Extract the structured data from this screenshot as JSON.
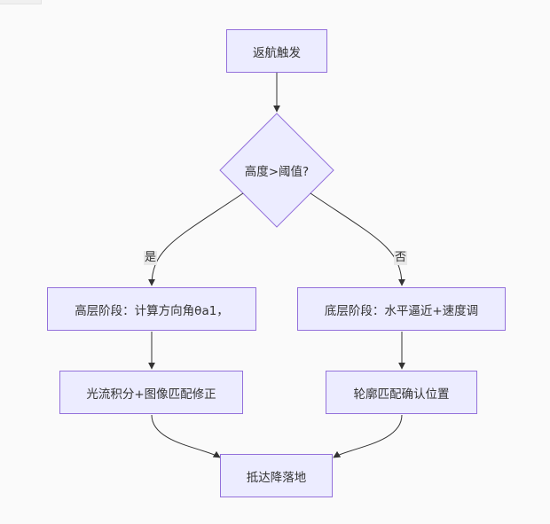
{
  "nodes": {
    "start": "返航触发",
    "decision": "高度>阈值?",
    "high_phase": "高层阶段：计算方向角θa1，",
    "low_phase": "底层阶段：水平逼近+速度调",
    "optical_flow": "光流积分+图像匹配修正",
    "contour_match": "轮廓匹配确认位置",
    "landing": "抵达降落地"
  },
  "edges": {
    "yes_label": "是",
    "no_label": "否"
  },
  "colors": {
    "node_fill": "#ececff",
    "node_stroke": "#9370db",
    "edge": "#333333",
    "label_bg": "#e8e8e8"
  }
}
